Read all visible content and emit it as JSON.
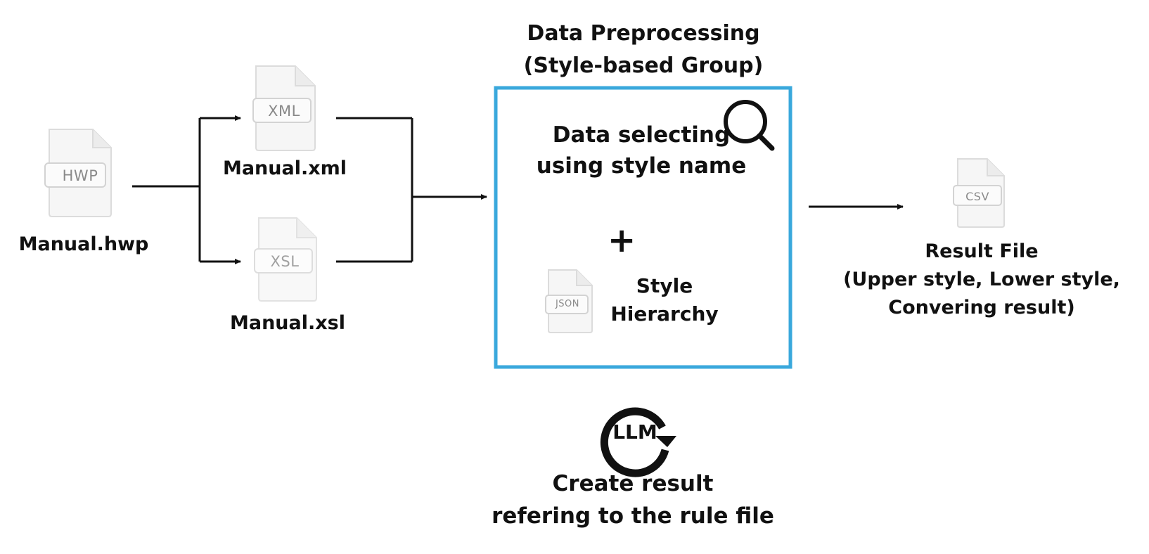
{
  "files": {
    "hwp": {
      "tag": "HWP",
      "caption": "Manual.hwp"
    },
    "xml": {
      "tag": "XML",
      "caption": "Manual.xml"
    },
    "xsl": {
      "tag": "XSL",
      "caption": "Manual.xsl"
    },
    "json": {
      "tag": "JSON"
    },
    "csv": {
      "tag": "CSV"
    }
  },
  "preprocessing": {
    "title_line1": "Data Preprocessing",
    "title_line2": "(Style-based Group)",
    "selecting_line1": "Data selecting",
    "selecting_line2": "using style name",
    "plus": "+",
    "hierarchy_line1": "Style",
    "hierarchy_line2": "Hierarchy"
  },
  "result": {
    "line1": "Result File",
    "line2": "(Upper style, Lower style,",
    "line3": "Convering result)"
  },
  "llm": {
    "badge": "LLM",
    "line1": "Create result",
    "line2": "refering to the rule file"
  },
  "icons": {
    "search": "search-icon",
    "refresh": "refresh-cycle-icon"
  },
  "colors": {
    "box_border": "#3aa8dc",
    "line": "#111111",
    "file_icon": "#d8d8d8"
  }
}
